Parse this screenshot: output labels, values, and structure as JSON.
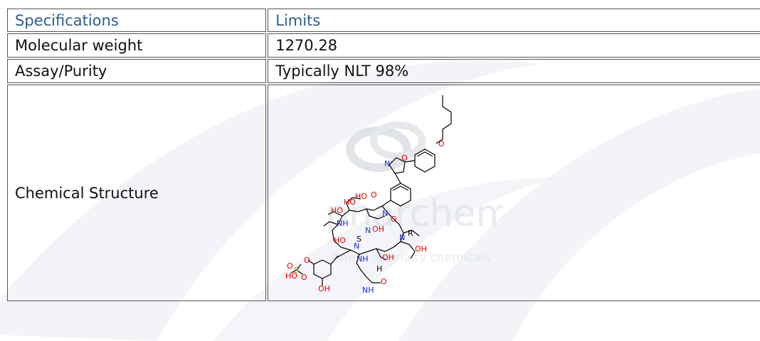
{
  "table": {
    "header": {
      "col1": "Specifications",
      "col2": "Limits"
    },
    "rows": [
      {
        "label": "Molecular weight",
        "value": "1270.28"
      },
      {
        "label": "Assay/Purity",
        "value": "Typically NLT 98%"
      },
      {
        "label": "Chemical Structure",
        "value": ""
      }
    ]
  },
  "watermark": {
    "brand": "pharchem",
    "tagline": "fine & specialty chemicals"
  },
  "structure": {
    "atom_labels": {
      "n_isoxazole": "N",
      "o_isoxazole": "O",
      "o_ether": "O",
      "s": "S",
      "r": "R",
      "oh": "OH",
      "nh2": "NH",
      "h": "H",
      "o": "O",
      "n": "N",
      "ho": "HO"
    }
  },
  "colors": {
    "header_text": "#2f5d8c",
    "border": "#555555",
    "watermark": "#dde3ea",
    "atom_red": "#e60000",
    "atom_blue": "#1a2fd6",
    "bond": "#000000"
  }
}
